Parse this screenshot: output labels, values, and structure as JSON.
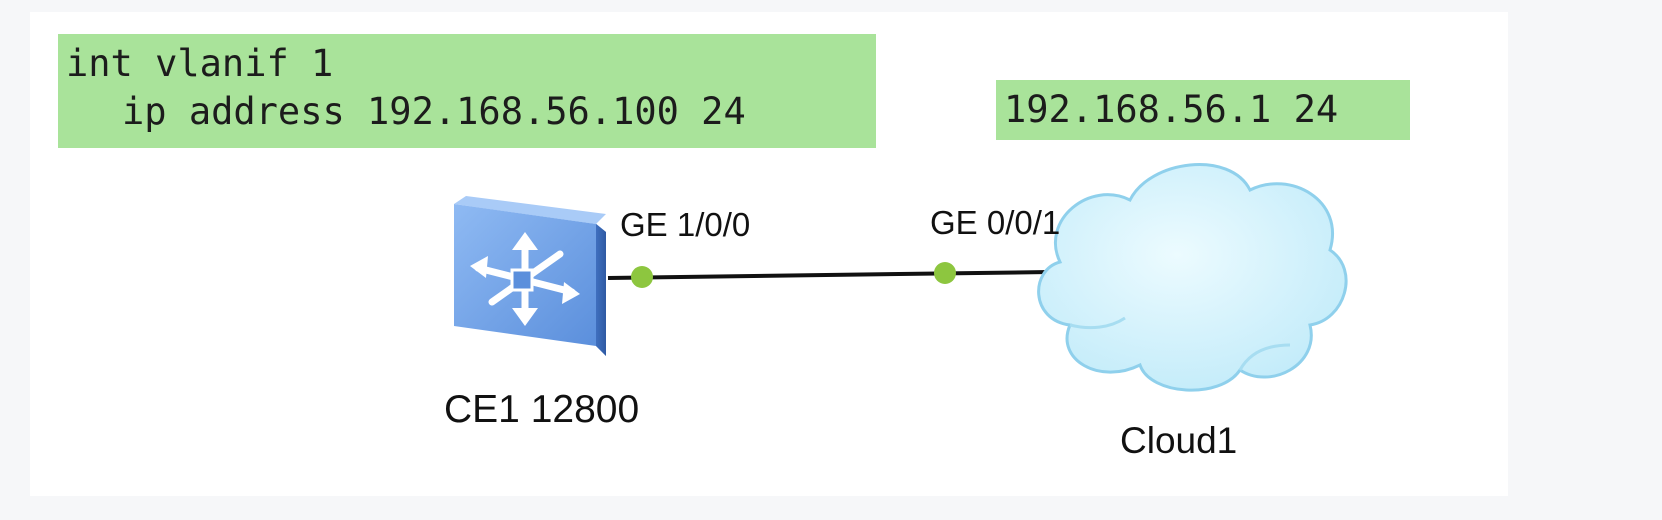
{
  "config_note": {
    "line1": "int vlanif 1",
    "line2": "ip address 192.168.56.100 24"
  },
  "cloud_note": "192.168.56.1 24",
  "switch": {
    "label": "CE1 12800",
    "icon": "switch-icon",
    "port": "GE 1/0/0"
  },
  "cloud": {
    "label": "Cloud1",
    "icon": "cloud-icon",
    "port": "GE 0/0/1"
  },
  "colors": {
    "note_bg": "#a9e39a",
    "port_dot": "#8dc63f",
    "switch_blue": "#6d9fe6",
    "cloud_fill": "#cdf2fd",
    "cloud_stroke": "#8fd0ec"
  }
}
